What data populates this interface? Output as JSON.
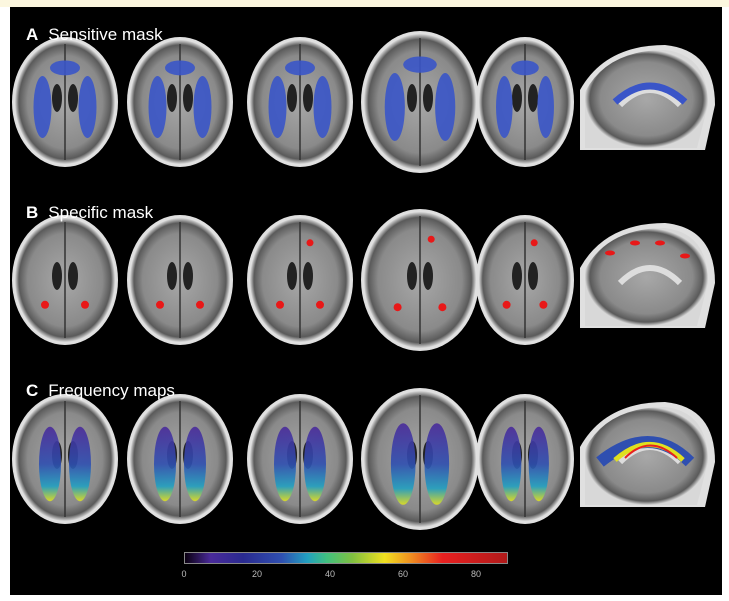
{
  "panels": [
    {
      "letter": "A",
      "title": "Sensitive mask",
      "overlay_color": "#3a55c8"
    },
    {
      "letter": "B",
      "title": "Specific mask",
      "overlay_color": "#e81818"
    },
    {
      "letter": "C",
      "title": "Frequency maps",
      "overlay_color": "colormap"
    }
  ],
  "colorbar": {
    "ticks": [
      "0",
      "20",
      "40",
      "60",
      "80"
    ],
    "range": [
      0,
      88
    ]
  }
}
